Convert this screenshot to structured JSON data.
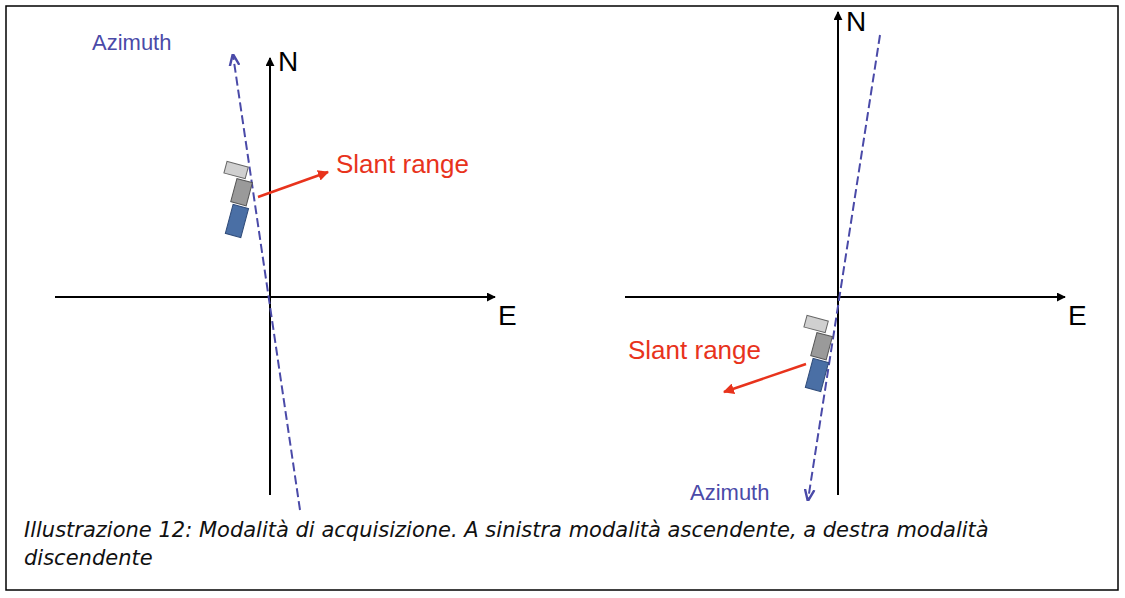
{
  "diagram": {
    "caption": "Illustrazione 12: Modalità di acquisizione. A sinistra modalità ascendente, a destra modalità discendente",
    "labels": [
      "Azimuth",
      "N",
      "Slant range",
      "E",
      "N",
      "E",
      "Slant range",
      "Azimuth"
    ]
  }
}
